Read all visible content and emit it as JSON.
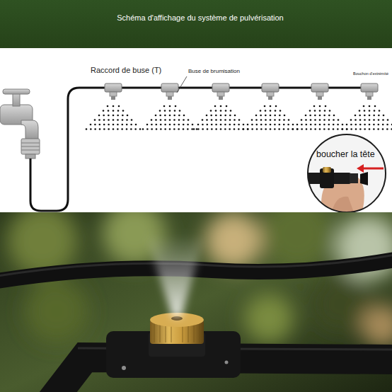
{
  "diagram": {
    "title": "Schéma d'affichage du système de pulvérisation",
    "labels": [
      "Raccord de buse (T)",
      "Buse de brumisation",
      "Bouchon d'extrémité",
      "boucher la tête"
    ]
  }
}
